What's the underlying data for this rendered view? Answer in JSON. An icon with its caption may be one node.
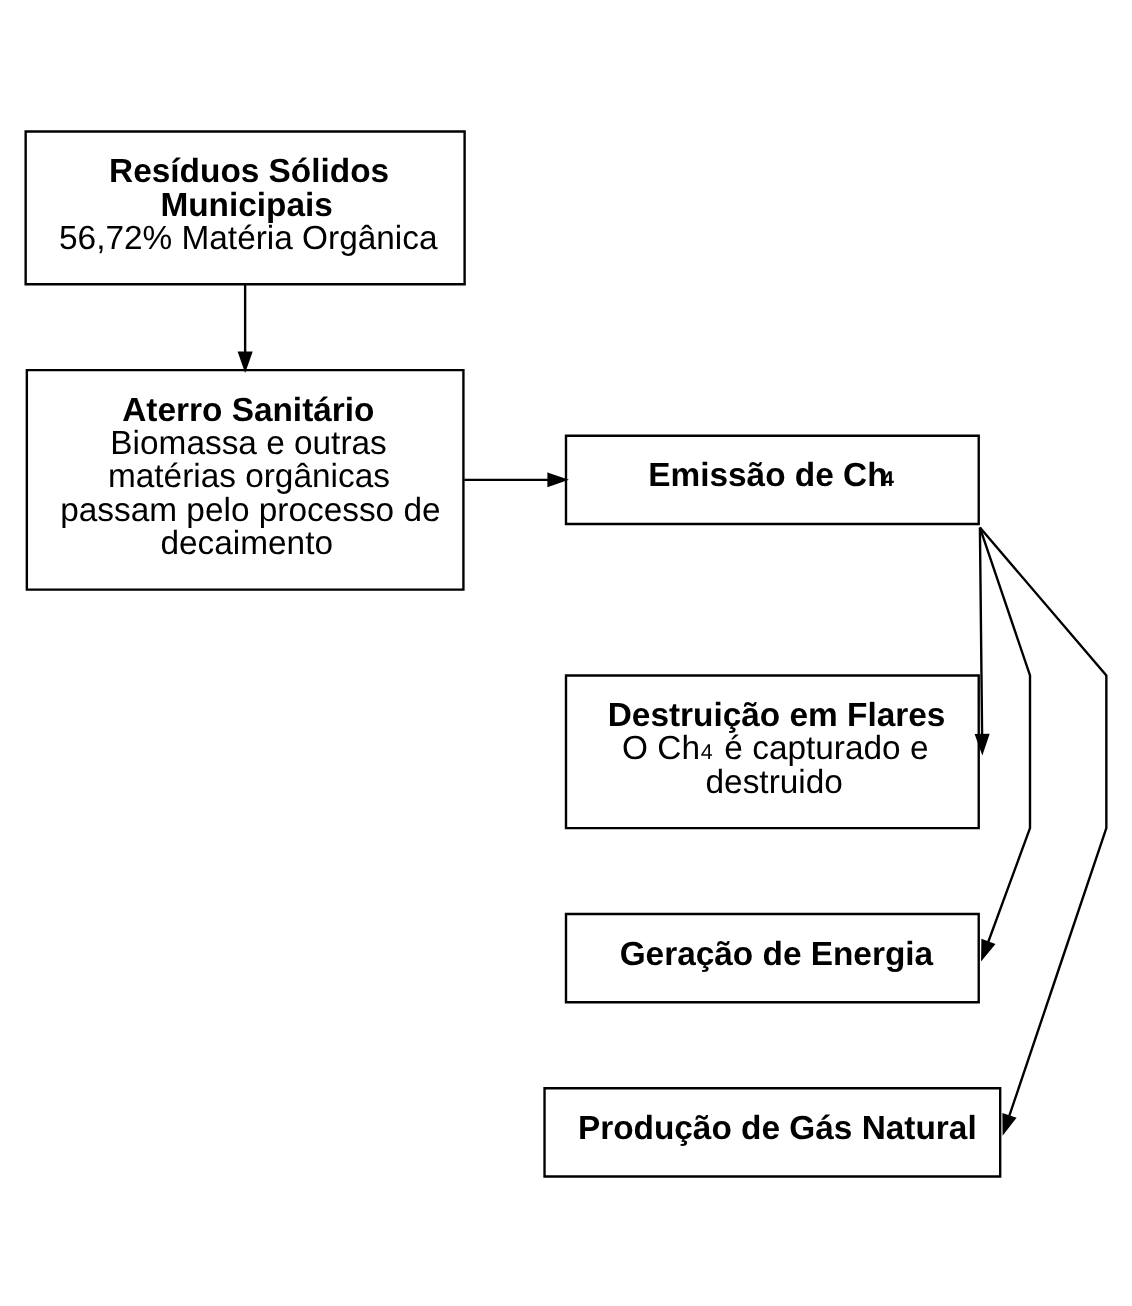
{
  "diagram": {
    "nodes": [
      {
        "text": [
          "Resíduos Sólidos Municipais",
          "56,72% Matéria Orgânica"
        ]
      },
      {
        "text": [
          "Aterro Sanitário",
          "Biomassa e outras matérias orgânicas passam pelo processo de decaimento"
        ]
      },
      {
        "text": [
          "Emissão de Ch$_{4}$"
        ]
      },
      {
        "text": [
          "Destruição em Flares",
          "O Ch$_{4}$ é capturado e destruido"
        ]
      },
      {
        "text": [
          "Geração de Energia"
        ]
      },
      {
        "text": [
          "Produção de Gás Natural"
        ]
      }
    ],
    "edges": [
      {
        "from": 0,
        "to": 1,
        "arrow": "to"
      },
      {
        "from": 1,
        "to": 2,
        "arrow": "to"
      },
      {
        "from": 2,
        "to": 3,
        "arrow": "to"
      },
      {
        "from": 2,
        "to": 4,
        "arrow": "to"
      },
      {
        "from": 2,
        "to": 5,
        "arrow": "to"
      }
    ]
  }
}
